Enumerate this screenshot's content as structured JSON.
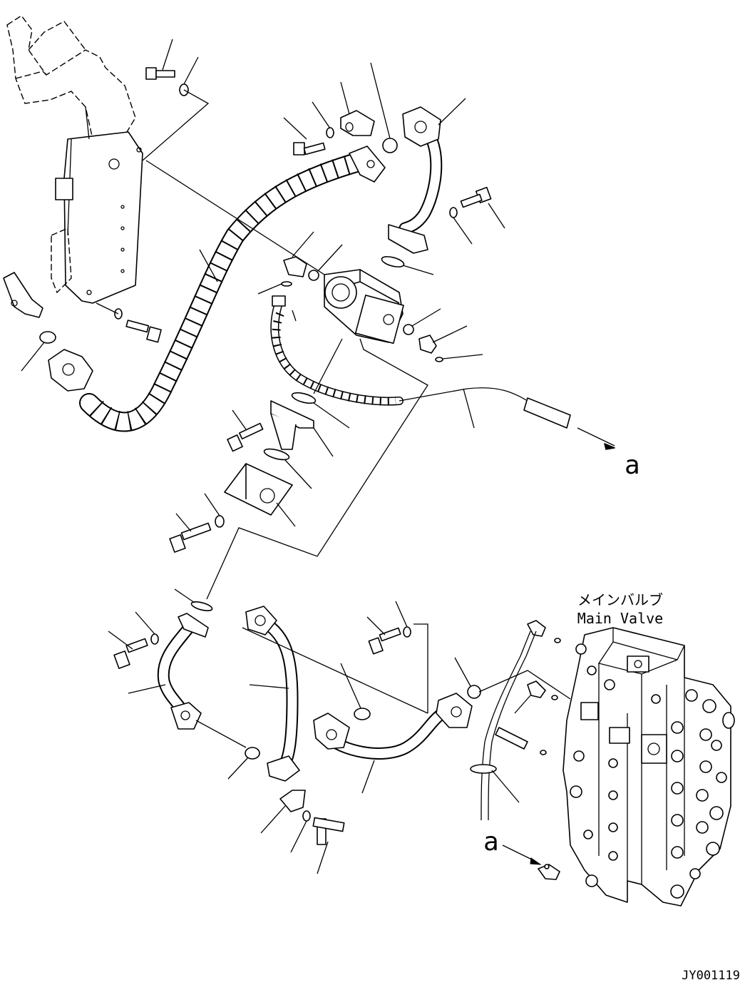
{
  "diagram": {
    "main_valve_label_jp": "メインバルブ",
    "main_valve_label_en": "Main Valve",
    "connection_marker_top": "a",
    "connection_marker_bottom": "a",
    "drawing_number": "JY001119"
  }
}
